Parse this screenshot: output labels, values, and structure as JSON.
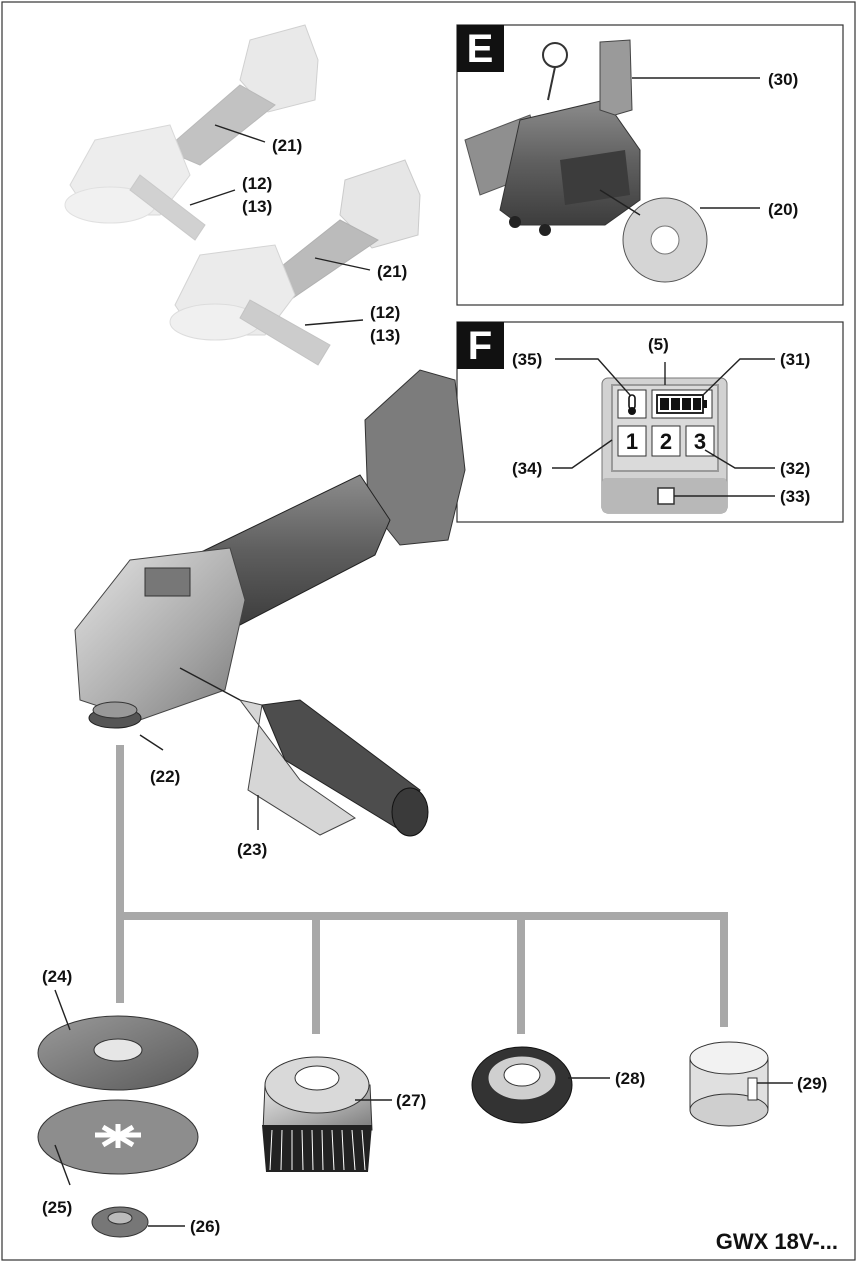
{
  "figure": {
    "model": "GWX 18V-...",
    "panel_e": {
      "letter": "E",
      "labels": {
        "guard": "(30)",
        "disc": "(20)"
      }
    },
    "panel_f": {
      "letter": "F",
      "labels": {
        "battery": "(5)",
        "temp_icon": "(35)",
        "fuel_gauge": "(31)",
        "frame": "(34)",
        "speed_keys": "(32)",
        "button": "(33)"
      },
      "keys": [
        "1",
        "2",
        "3"
      ]
    },
    "grinder_labels": {
      "top_handle": "(21)",
      "top_aux_a": "(12)",
      "top_aux_b": "(13)",
      "mid_handle": "(21)",
      "mid_aux_a": "(12)",
      "mid_aux_b": "(13)",
      "spindle": "(22)",
      "aux_handle": "(23)"
    },
    "accessory_labels": {
      "backing_pad": "(24)",
      "disc": "(25)",
      "nut": "(26)",
      "cup_brush": "(27)",
      "knot_brush": "(28)",
      "adapter": "(29)"
    }
  },
  "colors": {
    "panel_letter_bg": "#111111",
    "grey_dark": "#5a5a5a",
    "grey_mid": "#8a8a8a",
    "grey_light": "#c8c8c8",
    "connector": "#a8a8a8"
  }
}
